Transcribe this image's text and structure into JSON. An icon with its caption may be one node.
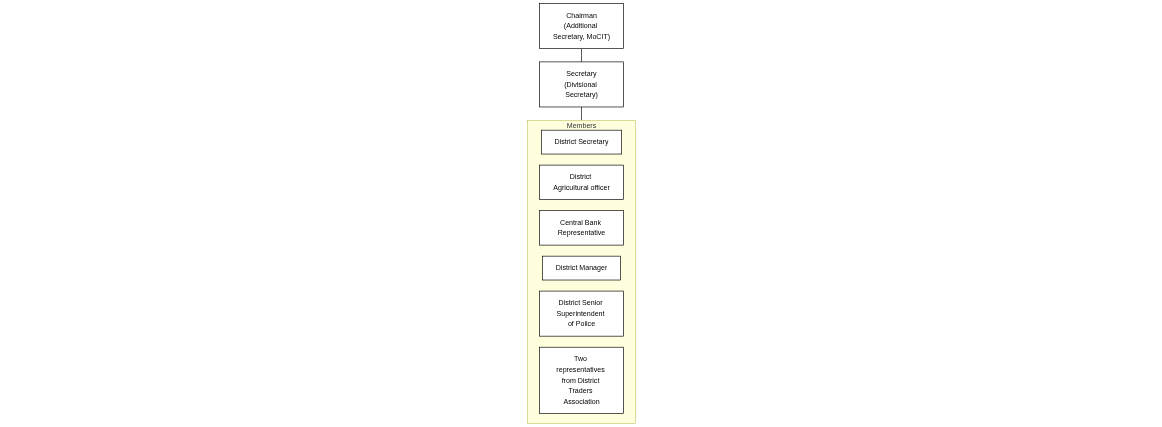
{
  "diagram": {
    "nodes": [
      {
        "text": [
          "Chairman",
          "(Additional Secretary, MoCIT)"
        ]
      },
      {
        "text": [
          "Secretary",
          "(Divisional Secretary)"
        ]
      },
      {
        "text": [
          "Members"
        ]
      },
      {
        "text": [
          "District Secretary"
        ],
        "in": 2
      },
      {
        "text": [
          "District Agricultural officer"
        ],
        "in": 2
      },
      {
        "text": [
          "Central Bank Representative"
        ],
        "in": 2
      },
      {
        "text": [
          "District Manager"
        ],
        "in": 2
      },
      {
        "text": [
          "District Senior Superintendent of Police"
        ],
        "in": 2
      },
      {
        "text": [
          "Two representatives from District Traders Association"
        ],
        "in": 2
      }
    ],
    "edges": [
      {
        "from": 0,
        "to": 1,
        "arrow": "none"
      },
      {
        "from": 1,
        "to": 2,
        "arrow": "none"
      }
    ]
  }
}
